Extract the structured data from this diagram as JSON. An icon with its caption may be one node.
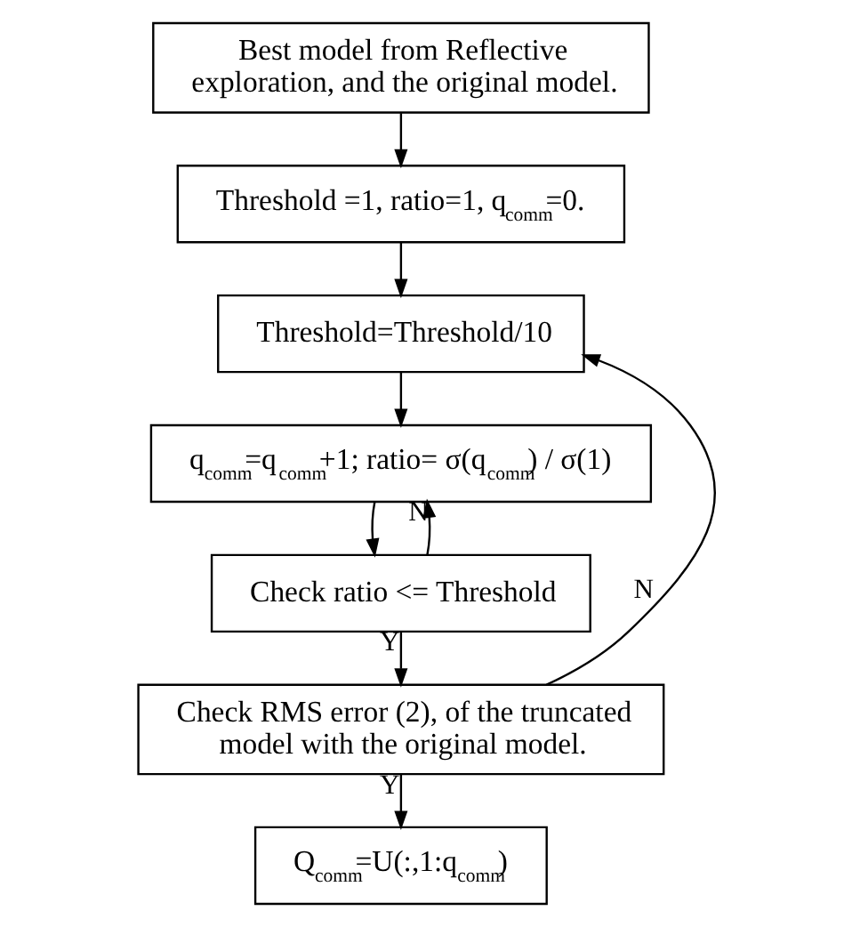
{
  "diagram": {
    "nodes": [
      {
        "text": [
          "Best model from Reflective exploration, and the original model."
        ]
      },
      {
        "text": [
          "Threshold =1, ratio=1, q$_{comm}$=0."
        ]
      },
      {
        "text": [
          "Threshold=Threshold/10"
        ]
      },
      {
        "text": [
          "q$_{comm}$=q$_{comm}$+1; ratio= σ(q$_{comm}$) / σ(1)"
        ]
      },
      {
        "text": [
          "Check ratio <= Threshold"
        ]
      },
      {
        "text": [
          "Check RMS error (2), of the truncated model with the original model."
        ]
      },
      {
        "text": [
          "Q$_{comm}$=U(:,1:q$_{comm}$)"
        ]
      }
    ],
    "edges": [
      {
        "from": 0,
        "to": 1,
        "arrow": "to"
      },
      {
        "from": 1,
        "to": 2,
        "arrow": "to"
      },
      {
        "from": 2,
        "to": 3,
        "arrow": "to"
      },
      {
        "from": 3,
        "to": 4,
        "arrow": "to"
      },
      {
        "from": 4,
        "to": 3,
        "arrow": "to",
        "label": "N"
      },
      {
        "from": 4,
        "to": 5,
        "arrow": "to",
        "label": "Y"
      },
      {
        "from": 5,
        "to": 2,
        "arrow": "to",
        "label": "N"
      },
      {
        "from": 5,
        "to": 6,
        "arrow": "to",
        "label": "Y"
      }
    ]
  }
}
